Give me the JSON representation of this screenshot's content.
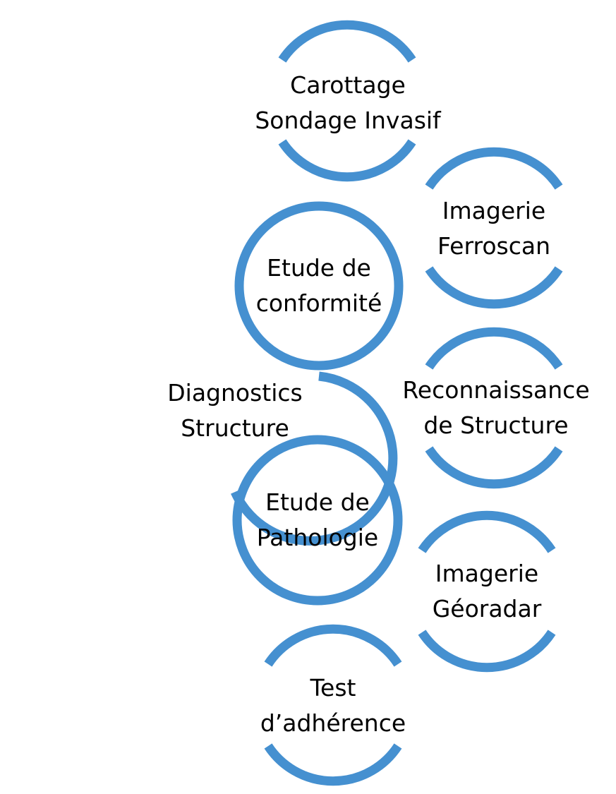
{
  "diagram": {
    "center": {
      "diagnostics": {
        "line1": "Diagnostics",
        "line2": "Structure"
      },
      "conformite": {
        "line1": "Etude de",
        "line2": "conformité"
      },
      "pathologie": {
        "line1": "Etude de",
        "line2": "Pathologie"
      }
    },
    "methods": {
      "carottage": {
        "line1": "Carottage",
        "line2": "Sondage Invasif"
      },
      "ferroscan": {
        "line1": "Imagerie",
        "line2": "Ferroscan"
      },
      "reconnaissance": {
        "line1": "Reconnaissance",
        "line2": "de Structure"
      },
      "georadar": {
        "line1": "Imagerie",
        "line2": "Géoradar"
      },
      "adherence": {
        "line1": "Test",
        "line2": "d’adhérence"
      }
    },
    "ring_color": "#4590d0"
  }
}
